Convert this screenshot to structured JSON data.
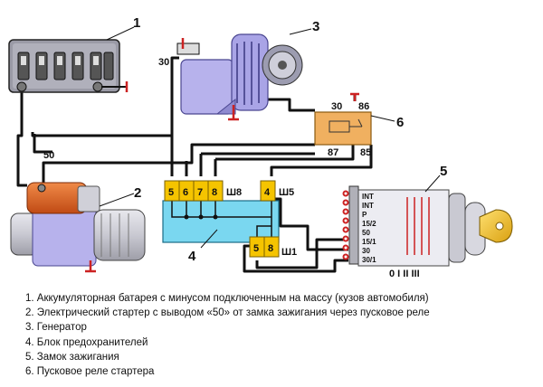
{
  "callouts": {
    "battery": "1",
    "starter": "2",
    "generator": "3",
    "fuse_block": "4",
    "ignition_lock": "5",
    "relay": "6"
  },
  "terminals": {
    "generator_30": "30",
    "starter_50": "50",
    "relay_30": "30",
    "relay_86": "86",
    "relay_87": "87",
    "relay_85": "85"
  },
  "fuse_block": {
    "fuses_left": [
      "5",
      "6",
      "7",
      "8"
    ],
    "label_left": "Ш8",
    "fuse_right": "4",
    "label_right": "Ш5",
    "fuses_bottom": [
      "5",
      "8"
    ],
    "label_bottom": "Ш1"
  },
  "ignition_lock": {
    "positions": [
      "INT",
      "INT",
      "P",
      "15/2",
      "50",
      "15/1",
      "30",
      "30/1"
    ],
    "key_positions": "0 I II III"
  },
  "colors": {
    "fuse_block": "#7ad7f0",
    "fuse_yellow": "#f5c400",
    "component_violet": "#b7b2ec",
    "starter_orange": "#e06a28",
    "relay_orange": "#f0b060",
    "wire": "#111111",
    "ground_marker": "#cc2222",
    "key_gold": "#f0c020"
  },
  "legend": [
    "1. Аккумуляторная батарея с минусом подключенным на массу (кузов автомобиля)",
    "2. Электрический стартер с выводом «50» от замка зажигания через пусковое реле",
    "3. Генератор",
    "4. Блок предохранителей",
    "5. Замок зажигания",
    "6. Пусковое реле стартера"
  ]
}
